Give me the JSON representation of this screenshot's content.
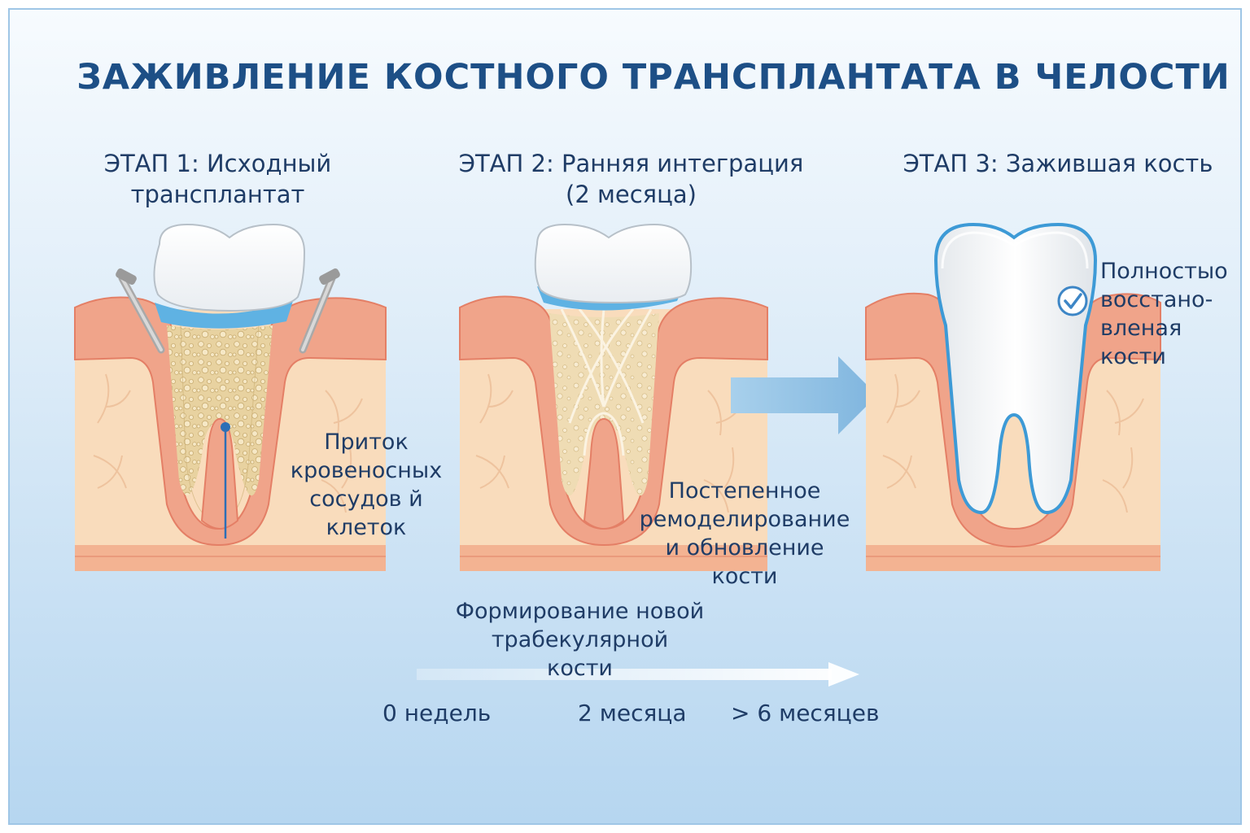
{
  "title": "ЗАЖИВЛЕНИЕ КОСТНОГО ТРАНСПЛАНТАТА В ЧЕЛОСТИ",
  "stages": [
    {
      "title": "ЭТАП 1: Исходный\nтрансплантат",
      "label": "Приток\nкровеносных\nсосудов й\nклеток"
    },
    {
      "title": "ЭТАП 2: Ранняя интеграция\n(2 месяца)",
      "label": "Постепенное\nремоделирование\nи обновление\nкости"
    },
    {
      "title": "ЭТАП 3: Зажившая кость",
      "label": "Полностыо\nвосстано-\nвленая\nкости"
    }
  ],
  "timeline": {
    "caption": "Формирование новой\nтрабекулярной\nкости",
    "ticks": [
      "0 недель",
      "2 месяца",
      "> 6 месяцев"
    ]
  },
  "colors": {
    "title": "#1d4f86",
    "text": "#1f3c66",
    "gum": "#f0a48a",
    "gum_edge": "#e47f66",
    "bone": "#f9dcbc",
    "enamel_line": "#3d9ad6",
    "graft": "#e9d3a2",
    "arrow": "#8fc0e2"
  },
  "icons": [
    "check-circle-icon",
    "arrow-right-icon",
    "fixation-pin-icon"
  ]
}
